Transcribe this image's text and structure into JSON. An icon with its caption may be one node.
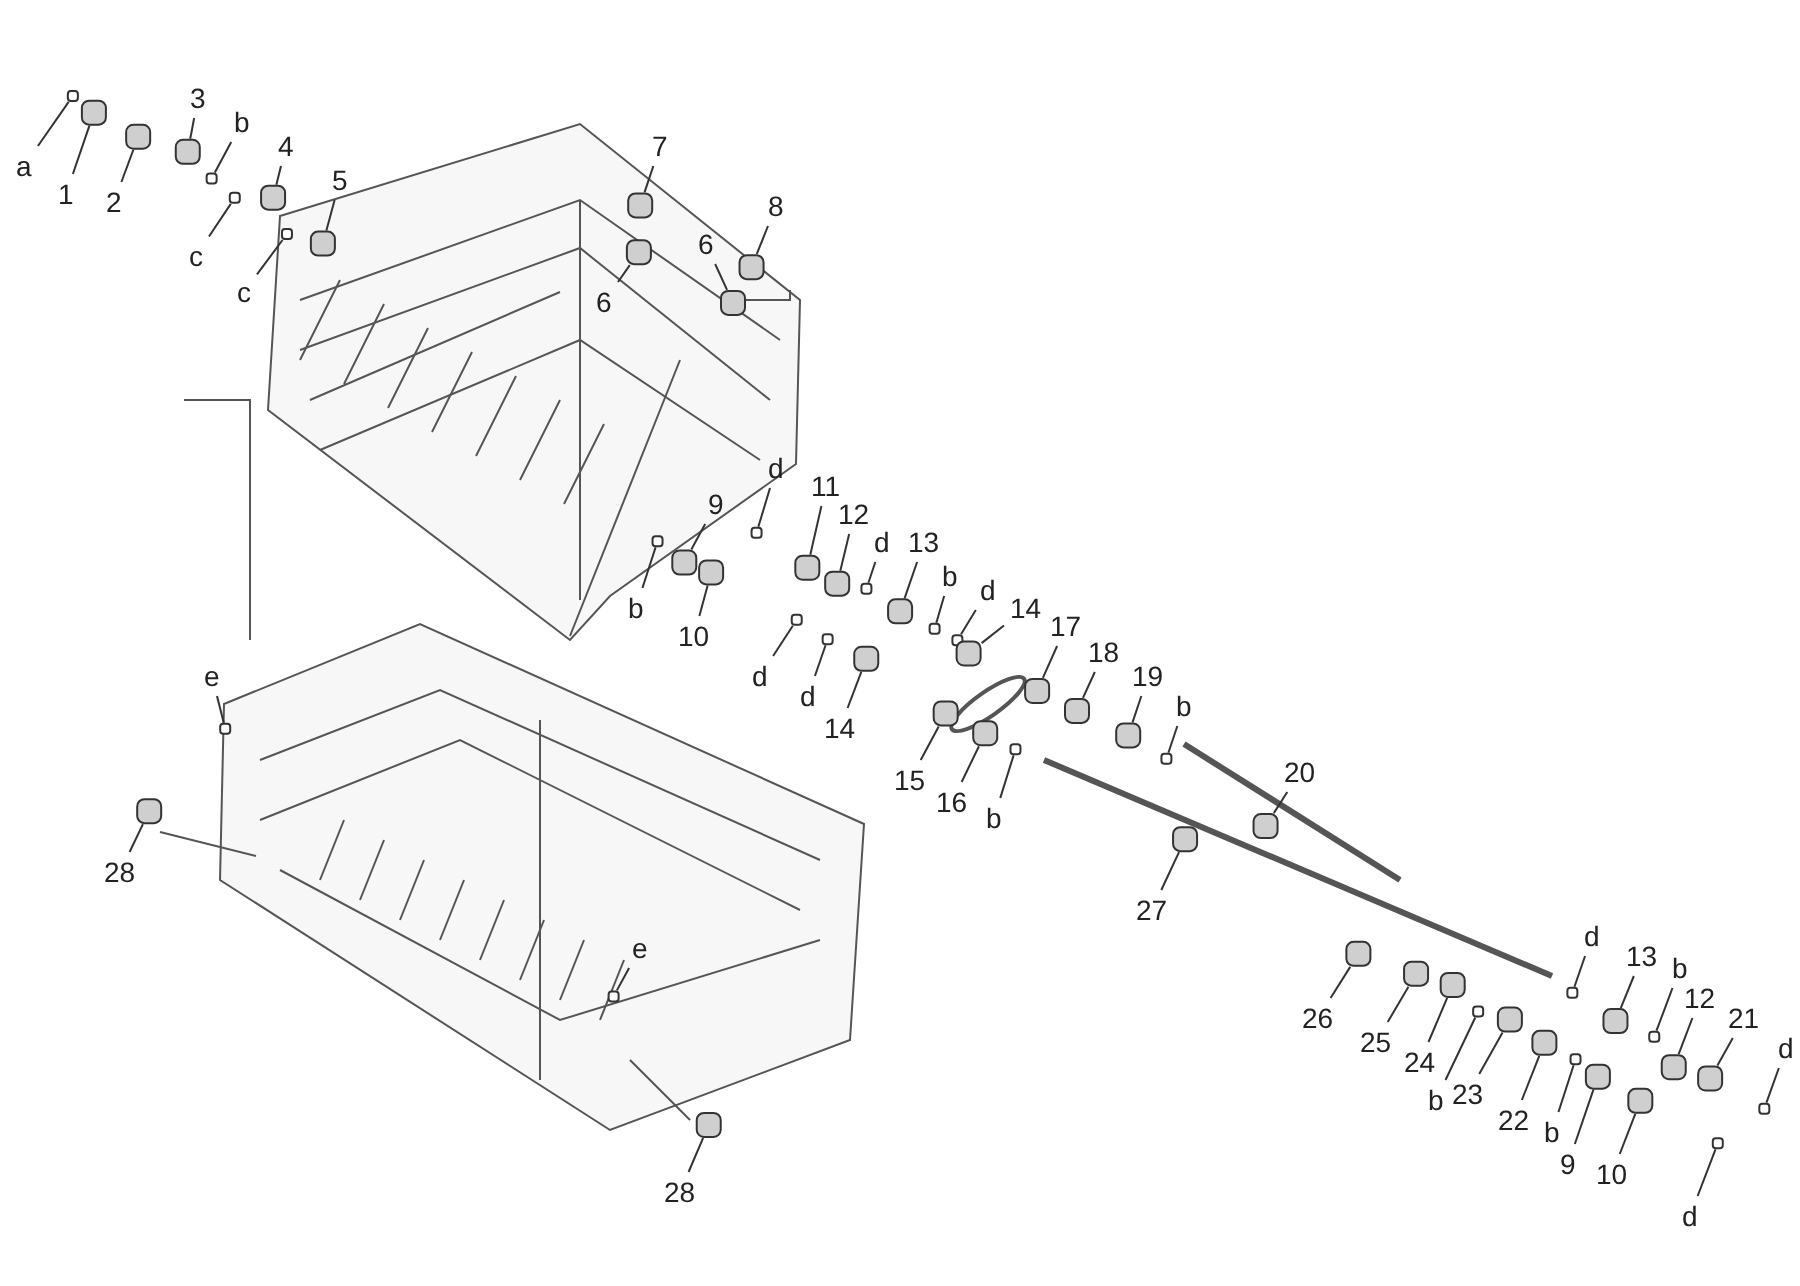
{
  "diagram": {
    "nodes": [
      {
        "text": [
          "a"
        ]
      },
      {
        "text": [
          "1"
        ]
      },
      {
        "text": [
          "2"
        ]
      },
      {
        "text": [
          "3"
        ]
      },
      {
        "text": [
          "b"
        ]
      },
      {
        "text": [
          "4"
        ]
      },
      {
        "text": [
          "c"
        ]
      },
      {
        "text": [
          "5"
        ]
      },
      {
        "text": [
          "c"
        ]
      },
      {
        "text": [
          "7"
        ]
      },
      {
        "text": [
          "8"
        ]
      },
      {
        "text": [
          "6"
        ]
      },
      {
        "text": [
          "6"
        ]
      },
      {
        "text": [
          "d"
        ]
      },
      {
        "text": [
          "9"
        ]
      },
      {
        "text": [
          "b"
        ]
      },
      {
        "text": [
          "11"
        ]
      },
      {
        "text": [
          "12"
        ]
      },
      {
        "text": [
          "d"
        ]
      },
      {
        "text": [
          "13"
        ]
      },
      {
        "text": [
          "10"
        ]
      },
      {
        "text": [
          "b"
        ]
      },
      {
        "text": [
          "d"
        ]
      },
      {
        "text": [
          "14"
        ]
      },
      {
        "text": [
          "d"
        ]
      },
      {
        "text": [
          "d"
        ]
      },
      {
        "text": [
          "17"
        ]
      },
      {
        "text": [
          "18"
        ]
      },
      {
        "text": [
          "19"
        ]
      },
      {
        "text": [
          "b"
        ]
      },
      {
        "text": [
          "14"
        ]
      },
      {
        "text": [
          "15"
        ]
      },
      {
        "text": [
          "16"
        ]
      },
      {
        "text": [
          "b"
        ]
      },
      {
        "text": [
          "e"
        ]
      },
      {
        "text": [
          "28"
        ]
      },
      {
        "text": [
          "20"
        ]
      },
      {
        "text": [
          "27"
        ]
      },
      {
        "text": [
          "e"
        ]
      },
      {
        "text": [
          "28"
        ]
      },
      {
        "text": [
          "d"
        ]
      },
      {
        "text": [
          "13"
        ]
      },
      {
        "text": [
          "b"
        ]
      },
      {
        "text": [
          "12"
        ]
      },
      {
        "text": [
          "21"
        ]
      },
      {
        "text": [
          "d"
        ]
      },
      {
        "text": [
          "26"
        ]
      },
      {
        "text": [
          "25"
        ]
      },
      {
        "text": [
          "24"
        ]
      },
      {
        "text": [
          "b"
        ]
      },
      {
        "text": [
          "23"
        ]
      },
      {
        "text": [
          "22"
        ]
      },
      {
        "text": [
          "b"
        ]
      },
      {
        "text": [
          "9"
        ]
      },
      {
        "text": [
          "10"
        ]
      },
      {
        "text": [
          "d"
        ]
      },
      {
        "text": [],
        "shape": "box"
      },
      {
        "text": [],
        "shape": "box"
      },
      {
        "text": [],
        "shape": "box"
      },
      {
        "text": [],
        "shape": "box"
      },
      {
        "text": [],
        "shape": "box"
      },
      {
        "text": [],
        "shape": "box"
      },
      {
        "text": [],
        "shape": "box"
      },
      {
        "text": [],
        "shape": "box"
      },
      {
        "text": [],
        "shape": "box"
      },
      {
        "text": [],
        "shape": "box"
      },
      {
        "text": [],
        "shape": "box"
      },
      {
        "text": [],
        "shape": "box"
      },
      {
        "text": [],
        "shape": "box"
      },
      {
        "text": [],
        "shape": "box"
      },
      {
        "text": [],
        "shape": "box"
      },
      {
        "text": [],
        "shape": "box"
      },
      {
        "text": [],
        "shape": "box"
      },
      {
        "text": [],
        "shape": "box"
      },
      {
        "text": [],
        "shape": "box"
      },
      {
        "text": [],
        "shape": "box"
      },
      {
        "text": [],
        "shape": "box"
      },
      {
        "text": [],
        "shape": "box"
      },
      {
        "text": [],
        "shape": "box"
      },
      {
        "text": [],
        "shape": "box"
      },
      {
        "text": [],
        "shape": "box"
      },
      {
        "text": [],
        "shape": "box"
      },
      {
        "text": [],
        "shape": "box"
      },
      {
        "text": [],
        "shape": "box"
      },
      {
        "text": [],
        "shape": "box"
      },
      {
        "text": [],
        "shape": "box"
      },
      {
        "text": [],
        "shape": "box"
      },
      {
        "text": [],
        "shape": "box"
      },
      {
        "text": [],
        "shape": "box"
      },
      {
        "text": [],
        "shape": "box"
      },
      {
        "text": [],
        "shape": "box"
      },
      {
        "text": [],
        "shape": "box"
      },
      {
        "text": [],
        "shape": "box"
      },
      {
        "text": [],
        "shape": "box"
      },
      {
        "text": [],
        "shape": "box"
      },
      {
        "text": [],
        "shape": "box"
      },
      {
        "text": [],
        "shape": "box"
      },
      {
        "text": [],
        "shape": "box"
      },
      {
        "text": [],
        "shape": "box"
      },
      {
        "text": [],
        "shape": "box"
      },
      {
        "text": [],
        "shape": "box"
      },
      {
        "text": [],
        "shape": "box"
      },
      {
        "text": [],
        "shape": "box"
      },
      {
        "text": [],
        "shape": "box"
      },
      {
        "text": [],
        "shape": "box"
      },
      {
        "text": [],
        "shape": "box"
      },
      {
        "text": [],
        "shape": "box"
      },
      {
        "text": [],
        "shape": "box"
      },
      {
        "text": [],
        "shape": "box"
      },
      {
        "text": [],
        "shape": "box"
      },
      {
        "text": [],
        "shape": "box"
      },
      {
        "text": [],
        "shape": "box"
      }
    ],
    "edges": [
      {
        "from": 0,
        "to": 56,
        "arrow": "none"
      },
      {
        "from": 1,
        "to": 57,
        "arrow": "none"
      },
      {
        "from": 2,
        "to": 58,
        "arrow": "none"
      },
      {
        "from": 3,
        "to": 59,
        "arrow": "none"
      },
      {
        "from": 4,
        "to": 60,
        "arrow": "none"
      },
      {
        "from": 5,
        "to": 61,
        "arrow": "none"
      },
      {
        "from": 6,
        "to": 62,
        "arrow": "none"
      },
      {
        "from": 7,
        "to": 63,
        "arrow": "none"
      },
      {
        "from": 8,
        "to": 64,
        "arrow": "none"
      },
      {
        "from": 9,
        "to": 65,
        "arrow": "none"
      },
      {
        "from": 10,
        "to": 66,
        "arrow": "none"
      },
      {
        "from": 11,
        "to": 67,
        "arrow": "none"
      },
      {
        "from": 12,
        "to": 68,
        "arrow": "none"
      },
      {
        "from": 13,
        "to": 69,
        "arrow": "none"
      },
      {
        "from": 14,
        "to": 70,
        "arrow": "none"
      },
      {
        "from": 15,
        "to": 71,
        "arrow": "none"
      },
      {
        "from": 16,
        "to": 72,
        "arrow": "none"
      },
      {
        "from": 17,
        "to": 73,
        "arrow": "none"
      },
      {
        "from": 18,
        "to": 74,
        "arrow": "none"
      },
      {
        "from": 19,
        "to": 75,
        "arrow": "none"
      },
      {
        "from": 20,
        "to": 76,
        "arrow": "none"
      },
      {
        "from": 21,
        "to": 77,
        "arrow": "none"
      },
      {
        "from": 22,
        "to": 78,
        "arrow": "none"
      },
      {
        "from": 23,
        "to": 79,
        "arrow": "none"
      },
      {
        "from": 24,
        "to": 80,
        "arrow": "none"
      },
      {
        "from": 25,
        "to": 81,
        "arrow": "none"
      },
      {
        "from": 26,
        "to": 82,
        "arrow": "none"
      },
      {
        "from": 27,
        "to": 83,
        "arrow": "none"
      },
      {
        "from": 28,
        "to": 84,
        "arrow": "none"
      },
      {
        "from": 29,
        "to": 85,
        "arrow": "none"
      },
      {
        "from": 30,
        "to": 86,
        "arrow": "none"
      },
      {
        "from": 31,
        "to": 87,
        "arrow": "none"
      },
      {
        "from": 32,
        "to": 88,
        "arrow": "none"
      },
      {
        "from": 33,
        "to": 89,
        "arrow": "none"
      },
      {
        "from": 34,
        "to": 90,
        "arrow": "none"
      },
      {
        "from": 35,
        "to": 91,
        "arrow": "none"
      },
      {
        "from": 36,
        "to": 92,
        "arrow": "none"
      },
      {
        "from": 37,
        "to": 93,
        "arrow": "none"
      },
      {
        "from": 38,
        "to": 94,
        "arrow": "none"
      },
      {
        "from": 39,
        "to": 95,
        "arrow": "none"
      },
      {
        "from": 40,
        "to": 96,
        "arrow": "none"
      },
      {
        "from": 41,
        "to": 97,
        "arrow": "none"
      },
      {
        "from": 42,
        "to": 98,
        "arrow": "none"
      },
      {
        "from": 43,
        "to": 99,
        "arrow": "none"
      },
      {
        "from": 44,
        "to": 100,
        "arrow": "none"
      },
      {
        "from": 45,
        "to": 101,
        "arrow": "none"
      },
      {
        "from": 46,
        "to": 102,
        "arrow": "none"
      },
      {
        "from": 47,
        "to": 103,
        "arrow": "none"
      },
      {
        "from": 48,
        "to": 104,
        "arrow": "none"
      },
      {
        "from": 49,
        "to": 105,
        "arrow": "none"
      },
      {
        "from": 50,
        "to": 106,
        "arrow": "none"
      },
      {
        "from": 51,
        "to": 107,
        "arrow": "none"
      },
      {
        "from": 52,
        "to": 108,
        "arrow": "none"
      },
      {
        "from": 53,
        "to": 109,
        "arrow": "none"
      },
      {
        "from": 54,
        "to": 110,
        "arrow": "none"
      },
      {
        "from": 55,
        "to": 111,
        "arrow": "none"
      }
    ]
  }
}
